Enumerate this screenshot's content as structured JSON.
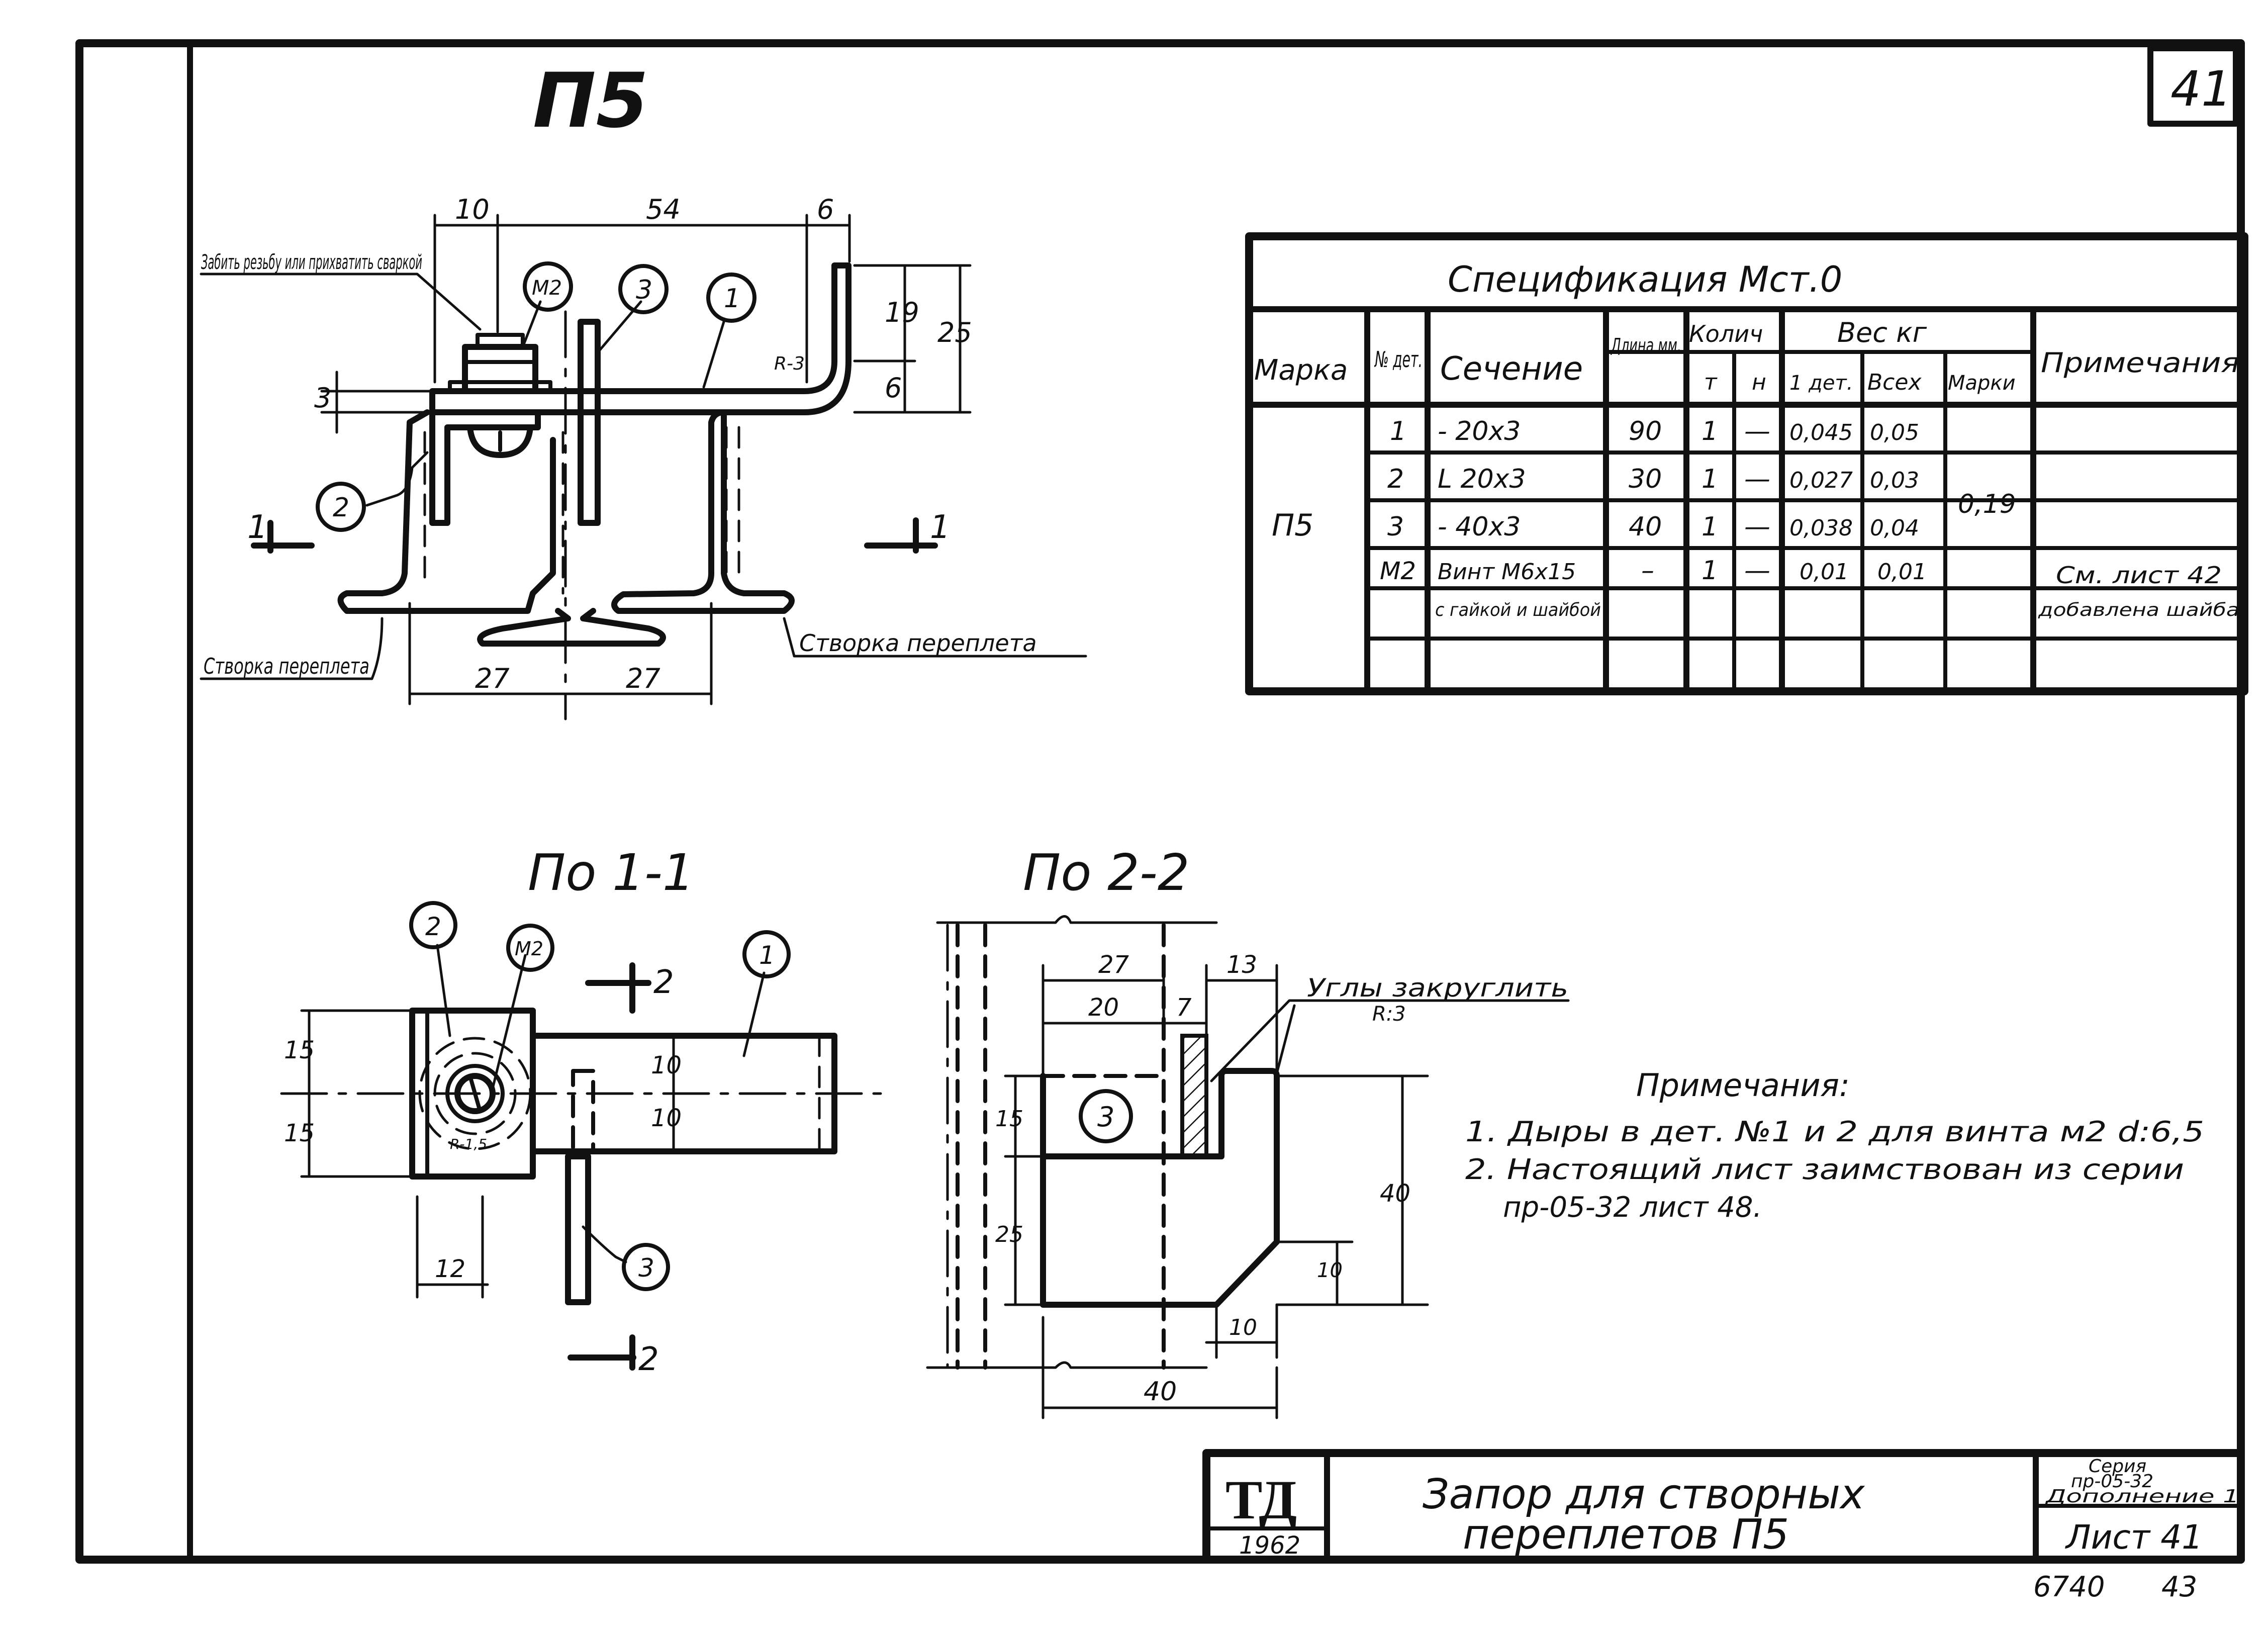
{
  "sheet": {
    "corner_number": "41",
    "mark_title": "П5",
    "bottom_right_numbers": [
      "6740",
      "43"
    ]
  },
  "main_view": {
    "note_thread": "Забить резьбу или прихватить сваркой",
    "dims_top": [
      "10",
      "54",
      "6"
    ],
    "dims_right": [
      "19",
      "25",
      "6"
    ],
    "dim_left": "3",
    "dim_radius": "R-3",
    "dims_bottom": [
      "27",
      "27"
    ],
    "part_callouts": [
      "М2",
      "3",
      "1",
      "2"
    ],
    "section_marks": [
      "1",
      "1"
    ],
    "label_sash_left": "Створка переплета",
    "label_sash_right": "Створка переплета"
  },
  "spec_table": {
    "title": "Спецификация Мст.0",
    "headers": {
      "marka": "Марка",
      "det_no": "№ дет.",
      "section": "Сечение",
      "length": "Длина мм.",
      "qty": "Колич",
      "qty_t": "т",
      "qty_n": "н",
      "weight": "Вес кг",
      "w_one": "1 дет.",
      "w_all": "Всех",
      "w_mark": "Марки",
      "notes": "Примечания"
    },
    "mark_value": "П5",
    "mark_weight": "0,19",
    "rows": [
      {
        "det": "1",
        "section": "- 20х3",
        "length": "90",
        "t": "1",
        "n": "—",
        "one": "0,045",
        "all": "0,05",
        "note": ""
      },
      {
        "det": "2",
        "section": "L 20х3",
        "length": "30",
        "t": "1",
        "n": "—",
        "one": "0,027",
        "all": "0,03",
        "note": ""
      },
      {
        "det": "3",
        "section": "- 40х3",
        "length": "40",
        "t": "1",
        "n": "—",
        "one": "0,038",
        "all": "0,04",
        "note": ""
      },
      {
        "det": "М2",
        "section": "Винт М6х15",
        "length": "–",
        "t": "1",
        "n": "—",
        "one": "0,01",
        "all": "0,01",
        "note": "См. лист 42"
      },
      {
        "det": "",
        "section": "с гайкой и шайбой",
        "length": "",
        "t": "",
        "n": "",
        "one": "",
        "all": "",
        "note": "добавлена шайба"
      }
    ]
  },
  "section_1_1": {
    "title": "По 1-1",
    "callouts": [
      "2",
      "М2",
      "1",
      "3"
    ],
    "section_mark": "2",
    "dims": [
      "15",
      "15",
      "10",
      "10",
      "12"
    ],
    "radius": "R-1,5"
  },
  "section_2_2": {
    "title": "По 2-2",
    "callout": "3",
    "note_corners": "Углы закруглить",
    "note_radius": "R:3",
    "dims": [
      "27",
      "20",
      "7",
      "13",
      "15",
      "25",
      "40",
      "10",
      "10",
      "40"
    ]
  },
  "notes": {
    "title": "Примечания:",
    "items": [
      "1. Дыры в дет. №1 и 2 для винта м2 d:6,5",
      "2. Настоящий лист заимствован из серии",
      "пр-05-32 лист 48."
    ]
  },
  "title_block": {
    "org": "ТД",
    "year": "1962",
    "title_line1": "Запор для створных",
    "title_line2": "переплетов П5",
    "series_line1": "Серия",
    "series_line2": "пр-05-32",
    "series_line3": "Дополнение 1",
    "sheet_label": "Лист 41"
  }
}
